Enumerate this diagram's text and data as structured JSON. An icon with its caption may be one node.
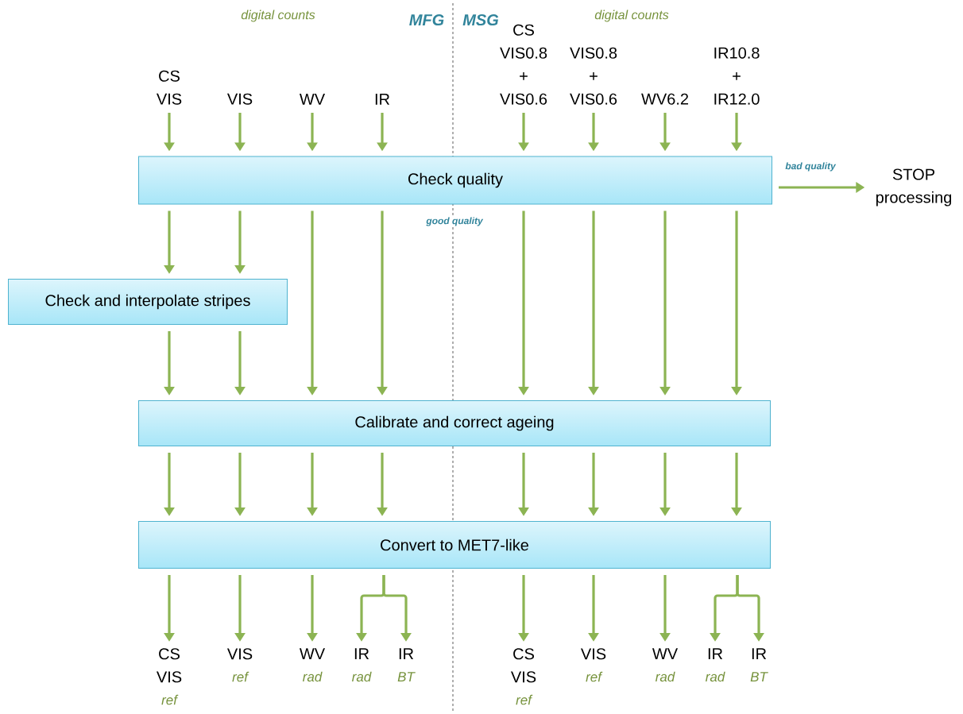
{
  "diagram": {
    "nodes": [
      {
        "text": [
          "CS VIS"
        ]
      },
      {
        "text": [
          "VIS"
        ]
      },
      {
        "text": [
          "WV"
        ]
      },
      {
        "text": [
          "IR"
        ]
      },
      {
        "text": [
          "CS VIS0.8 + VIS0.6"
        ]
      },
      {
        "text": [
          "VIS0.8 + VIS0.6"
        ]
      },
      {
        "text": [
          "WV6.2"
        ]
      },
      {
        "text": [
          "IR10.8 + IR12.0"
        ]
      },
      {
        "text": [
          "Check quality"
        ]
      },
      {
        "text": [
          "STOP processing"
        ]
      },
      {
        "text": [
          "Check and interpolate stripes"
        ]
      },
      {
        "text": [
          "Calibrate and correct ageing"
        ]
      },
      {
        "text": [
          "Convert to MET7-like"
        ]
      },
      {
        "text": [
          "CS VIS",
          "ref"
        ]
      },
      {
        "text": [
          "VIS",
          "ref"
        ]
      },
      {
        "text": [
          "WV",
          "rad"
        ]
      },
      {
        "text": [
          "IR",
          "rad"
        ]
      },
      {
        "text": [
          "IR",
          "BT"
        ]
      },
      {
        "text": [
          "CS VIS",
          "ref"
        ]
      },
      {
        "text": [
          "VIS",
          "ref"
        ]
      },
      {
        "text": [
          "WV",
          "rad"
        ]
      },
      {
        "text": [
          "IR",
          "rad"
        ]
      },
      {
        "text": [
          "IR",
          "BT"
        ]
      }
    ],
    "edges": [
      {
        "from": 0,
        "to": 8,
        "arrow": "to"
      },
      {
        "from": 1,
        "to": 8,
        "arrow": "to"
      },
      {
        "from": 2,
        "to": 8,
        "arrow": "to"
      },
      {
        "from": 3,
        "to": 8,
        "arrow": "to"
      },
      {
        "from": 4,
        "to": 8,
        "arrow": "to"
      },
      {
        "from": 5,
        "to": 8,
        "arrow": "to"
      },
      {
        "from": 6,
        "to": 8,
        "arrow": "to"
      },
      {
        "from": 7,
        "to": 8,
        "arrow": "to"
      },
      {
        "from": 8,
        "to": 9,
        "arrow": "to",
        "label": "bad quality"
      },
      {
        "from": 8,
        "to": 10,
        "arrow": "to"
      },
      {
        "from": 8,
        "to": 10,
        "arrow": "to"
      },
      {
        "from": 10,
        "to": 11,
        "arrow": "to"
      },
      {
        "from": 10,
        "to": 11,
        "arrow": "to"
      },
      {
        "from": 8,
        "to": 11,
        "arrow": "to"
      },
      {
        "from": 8,
        "to": 11,
        "arrow": "to"
      },
      {
        "from": 8,
        "to": 11,
        "arrow": "to"
      },
      {
        "from": 8,
        "to": 11,
        "arrow": "to"
      },
      {
        "from": 8,
        "to": 11,
        "arrow": "to"
      },
      {
        "from": 8,
        "to": 11,
        "arrow": "to"
      },
      {
        "from": 11,
        "to": 12,
        "arrow": "to"
      },
      {
        "from": 11,
        "to": 12,
        "arrow": "to"
      },
      {
        "from": 11,
        "to": 12,
        "arrow": "to"
      },
      {
        "from": 11,
        "to": 12,
        "arrow": "to"
      },
      {
        "from": 11,
        "to": 12,
        "arrow": "to"
      },
      {
        "from": 11,
        "to": 12,
        "arrow": "to"
      },
      {
        "from": 11,
        "to": 12,
        "arrow": "to"
      },
      {
        "from": 11,
        "to": 12,
        "arrow": "to"
      },
      {
        "from": 12,
        "to": 13,
        "arrow": "to"
      },
      {
        "from": 12,
        "to": 14,
        "arrow": "to"
      },
      {
        "from": 12,
        "to": 15,
        "arrow": "to"
      },
      {
        "from": 12,
        "to": 16,
        "arrow": "to"
      },
      {
        "from": 12,
        "to": 17,
        "arrow": "to"
      },
      {
        "from": 12,
        "to": 18,
        "arrow": "to"
      },
      {
        "from": 12,
        "to": 19,
        "arrow": "to"
      },
      {
        "from": 12,
        "to": 20,
        "arrow": "to"
      },
      {
        "from": 12,
        "to": 21,
        "arrow": "to"
      },
      {
        "from": 12,
        "to": 22,
        "arrow": "to"
      }
    ],
    "labels": [
      "digital counts",
      "MFG",
      "MSG",
      "digital counts",
      "good quality"
    ]
  }
}
